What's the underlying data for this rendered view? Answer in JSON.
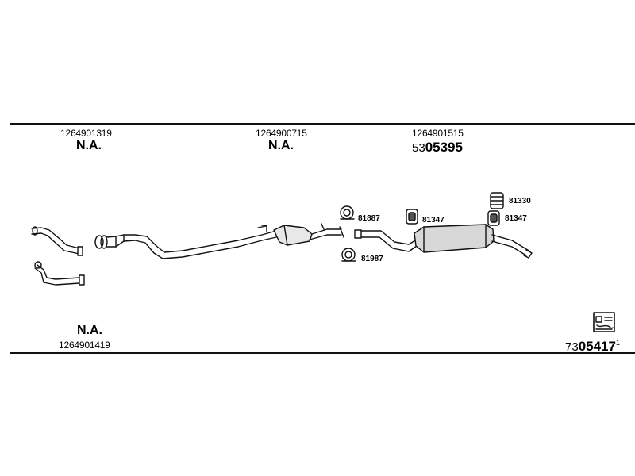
{
  "top_parts": [
    {
      "ref": "1264901319",
      "status": "N.A."
    },
    {
      "ref": "1264900715",
      "status": "N.A."
    },
    {
      "ref": "1264901515",
      "code_prefix": "53",
      "code_main": "05395"
    }
  ],
  "bottom_part": {
    "status": "N.A.",
    "ref": "1264901419"
  },
  "part_labels": {
    "clamp_upper": "81887",
    "clamp_lower": "81987",
    "hanger_mid": "81347",
    "mount_top": "81330",
    "hanger_rear": "81347"
  },
  "diagram_code": {
    "prefix": "73",
    "main": "05417",
    "suffix": "1"
  },
  "icons": {
    "catalog": "catalog-reference-icon"
  }
}
